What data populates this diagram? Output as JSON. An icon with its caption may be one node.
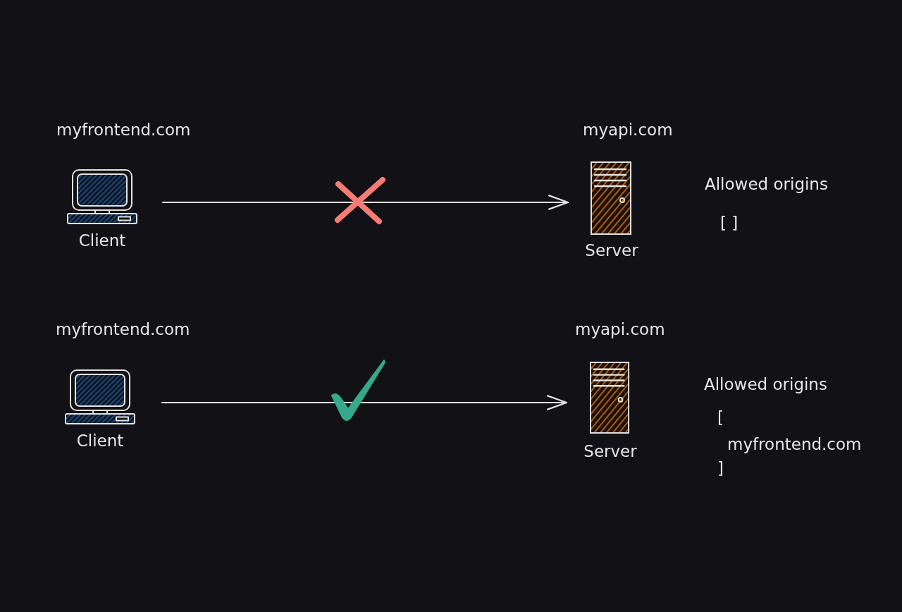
{
  "diagram": {
    "nodes": [
      {
        "text": [
          "Client"
        ],
        "beside": [
          "myfrontend.com"
        ]
      },
      {
        "text": [
          "Server"
        ],
        "beside": [
          "myapi.com"
        ]
      },
      {
        "text": [
          "Client"
        ],
        "beside": [
          "myfrontend.com"
        ]
      },
      {
        "text": [
          "Server"
        ],
        "beside": [
          "myapi.com"
        ]
      }
    ],
    "edges": [
      {
        "from": 0,
        "to": 1,
        "arrow": "to"
      },
      {
        "from": 2,
        "to": 3,
        "arrow": "to"
      }
    ],
    "labels": [
      "Allowed origins",
      "[ ]",
      "Allowed origins",
      "[",
      "myfrontend.com",
      "]"
    ]
  }
}
